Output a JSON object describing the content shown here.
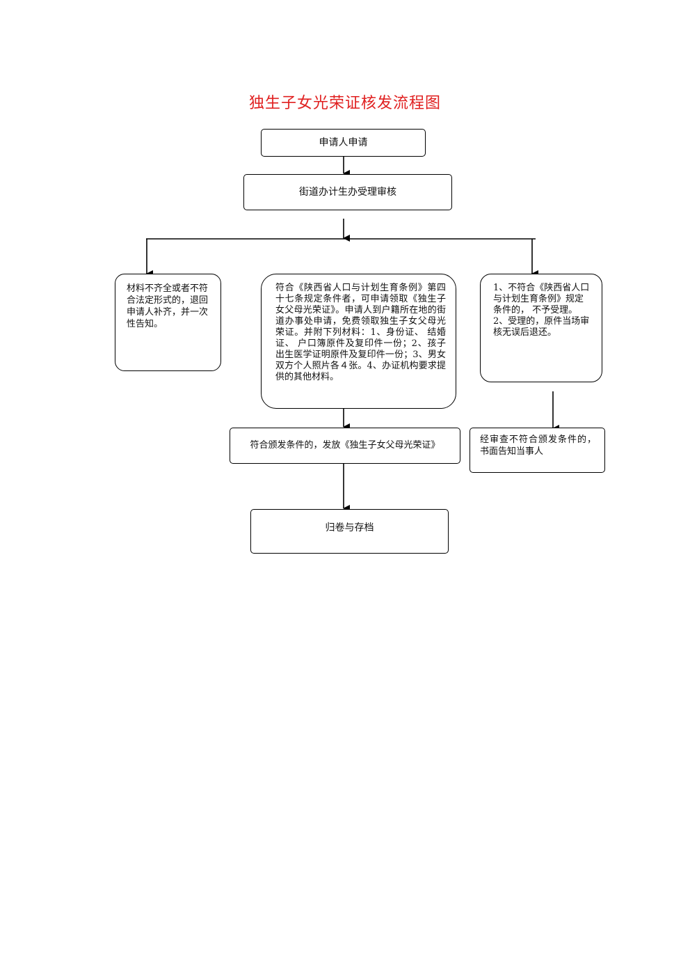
{
  "title": "独生子女光荣证核发流程图",
  "colors": {
    "title": "#e02020",
    "line": "#000000"
  },
  "nodes": {
    "apply": "申请人申请",
    "review": "街道办计生办受理审核",
    "incomplete": "材料不齐全或者不符合法定形式的，退回申请人补齐，并一次性告知。",
    "eligible": "符合《陕西省人口与计划生育条例》第四十七条规定条件者，可申请领取《独生子女父母光荣证》。申请人到户籍所在地的街道办事处申请，免费领取独生子女父母光荣证。并附下列材料：1、身份证、 结婚证、 户口簿原件及复印件一份；2、孩子出生医学证明原件及复印件一份；3、男女双方个人照片各４张。4、办证机构要求提供的其他材料。",
    "ineligible": "1、不符合《陕西省人口与计划生育条例》规定条件的， 不予受理。\n2、受理的，原件当场审核无误后退还。",
    "issue": "符合颁发条件的，发放《独生子女父母光荣证》",
    "notify": "经审查不符合颁发条件的，书面告知当事人",
    "archive": "归卷与存档"
  }
}
